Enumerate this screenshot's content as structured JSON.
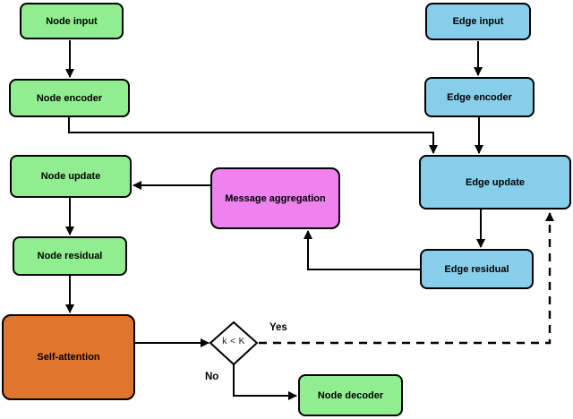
{
  "nodes": {
    "node_input": {
      "label": "Node input"
    },
    "node_encoder": {
      "label": "Node encoder"
    },
    "node_update": {
      "label": "Node update"
    },
    "node_residual": {
      "label": "Node residual"
    },
    "self_attention": {
      "label": "Self-attention"
    },
    "edge_input": {
      "label": "Edge input"
    },
    "edge_encoder": {
      "label": "Edge encoder"
    },
    "edge_update": {
      "label": "Edge update"
    },
    "edge_residual": {
      "label": "Edge residual"
    },
    "message_aggregation": {
      "label": "Message aggregation"
    },
    "node_decoder": {
      "label": "Node decoder"
    },
    "decision": {
      "label": "k < K"
    }
  },
  "branch_labels": {
    "yes": "Yes",
    "no": "No"
  },
  "colors": {
    "node_fill": "#90EE90",
    "edge_fill": "#87CEEB",
    "aggregation_fill": "#EE82EE",
    "attention_fill": "#E0752E",
    "border": "#000000",
    "arrow": "#000000",
    "background": "#FFFFFF"
  }
}
